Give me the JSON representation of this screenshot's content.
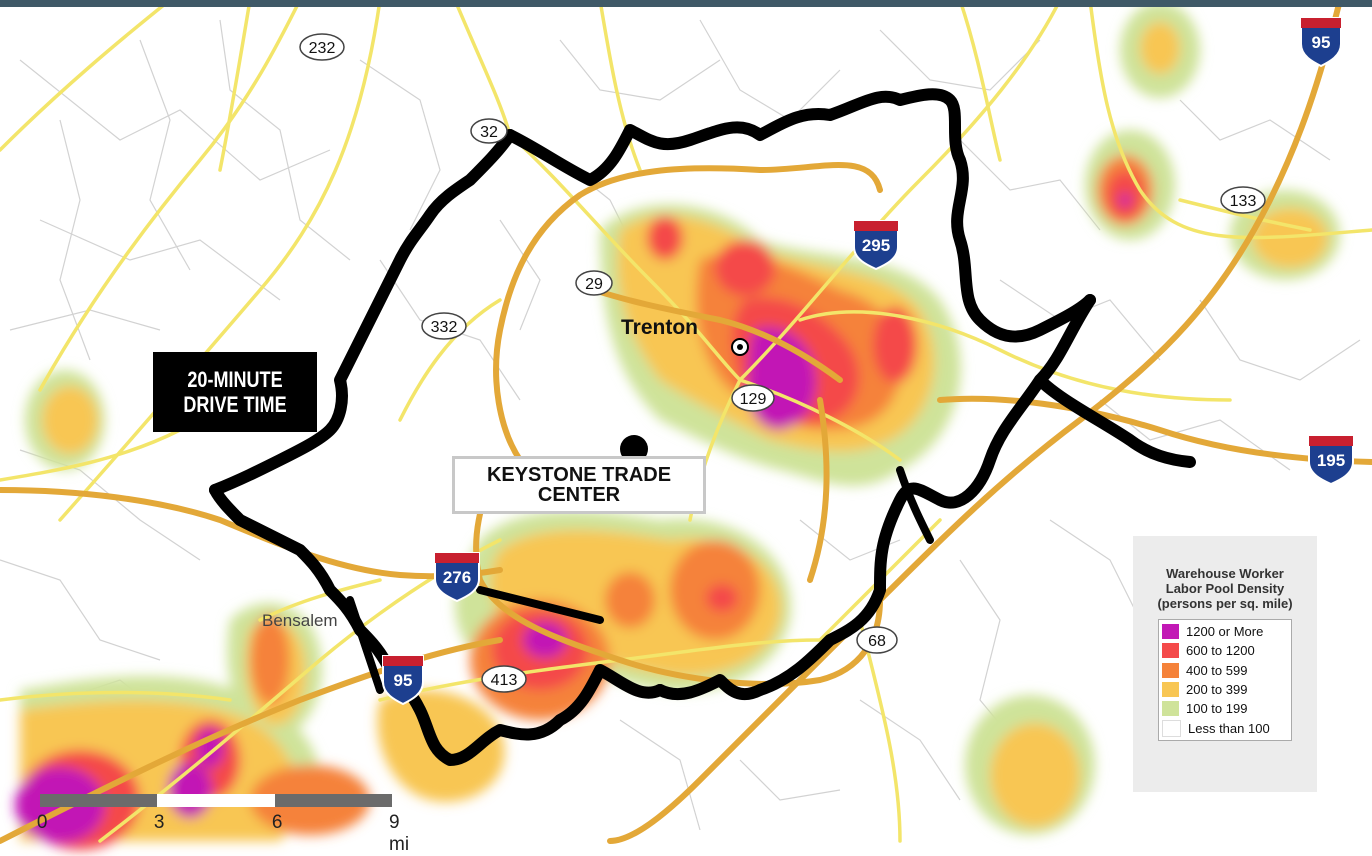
{
  "map": {
    "colors": {
      "level_1200_or_more": "#c218b5",
      "level_600_to_1200": "#f44a4a",
      "level_400_to_599": "#f5823a",
      "level_200_to_399": "#f8c653",
      "level_100_to_199": "#cfe39a",
      "level_less_than_100": "#ffffff",
      "drive_time_boundary": "#000000",
      "major_highway": "#e3a838",
      "primary_road": "#f3e56a",
      "minor_road": "#cfcfcf"
    },
    "places": {
      "trenton": "Trenton",
      "bensalem": "Bensalem"
    },
    "route_shields": {
      "i95_north": "95",
      "i95_south": "95",
      "i295": "295",
      "i276": "276",
      "i195": "195",
      "rt232": "232",
      "rt32": "32",
      "rt29": "29",
      "rt332": "332",
      "rt129": "129",
      "rt133": "133",
      "rt413": "413",
      "rt68": "68"
    },
    "callouts": {
      "drive_time_line1": "20-MINUTE",
      "drive_time_line2": "DRIVE TIME",
      "site_line1": "KEYSTONE TRADE",
      "site_line2": "CENTER"
    }
  },
  "legend": {
    "title_line1": "Warehouse Worker",
    "title_line2": "Labor Pool Density",
    "title_line3": "(persons per sq. mile)",
    "items": [
      {
        "label": "1200 or More",
        "color": "#c218b5"
      },
      {
        "label": "600 to 1200",
        "color": "#f44a4a"
      },
      {
        "label": "400 to 599",
        "color": "#f5823a"
      },
      {
        "label": "200 to 399",
        "color": "#f8c653"
      },
      {
        "label": "100 to 199",
        "color": "#cfe39a"
      },
      {
        "label": "Less than 100",
        "color": "#ffffff"
      }
    ]
  },
  "scale_bar": {
    "ticks": [
      "0",
      "3",
      "6",
      "9 mi"
    ],
    "colors": [
      "#6b6b6b",
      "#ffffff",
      "#6b6b6b"
    ]
  }
}
